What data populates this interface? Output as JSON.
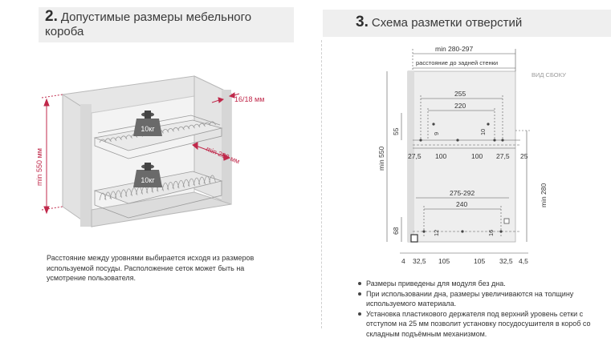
{
  "left_section": {
    "number": "2.",
    "title": "Допустимые размеры мебельного короба",
    "dim_height": "min 550 мм",
    "dim_wall": "16/18 мм",
    "dim_depth": "min 280 мм",
    "weight_upper": "10кг",
    "weight_lower": "10кг",
    "note": "Расстояние между уровнями выбирается исходя из размеров используемой посуды. Расположение сеток может быть на усмотрение пользователя."
  },
  "right_section": {
    "number": "3.",
    "title": "Схема разметки отверстий",
    "side_view_label": "ВИД СБОКУ",
    "dims": {
      "min_280_297": "min 280-297",
      "rear_wall_distance": "расстояние до задней стенки",
      "d255": "255",
      "d220": "220",
      "d55": "55",
      "d9": "9",
      "d10": "10",
      "d27_5_a": "27,5",
      "d100_a": "100",
      "d100_b": "100",
      "d27_5_b": "27,5",
      "d25": "25",
      "min_550": "min 550",
      "min_280": "min 280",
      "d275_292": "275-292",
      "d240": "240",
      "d68": "68",
      "d12": "12",
      "d16": "16",
      "d4": "4",
      "d32_5_a": "32,5",
      "d105_a": "105",
      "d105_b": "105",
      "d32_5_b": "32,5",
      "d4_5": "4,5"
    },
    "notes": [
      "Размеры приведены для модуля без дна.",
      "При использовании дна, размеры увеличиваются на толщину используемого материала.",
      "Установка пластикового держателя под верхний уровень сетки с отступом на 25 мм позволит установку посудосушителя в короб со складным подъёмным механизмом."
    ]
  },
  "colors": {
    "band": "#efefef",
    "accent_red": "#c0294b",
    "panel": "#eeeeee",
    "line": "#555555"
  }
}
